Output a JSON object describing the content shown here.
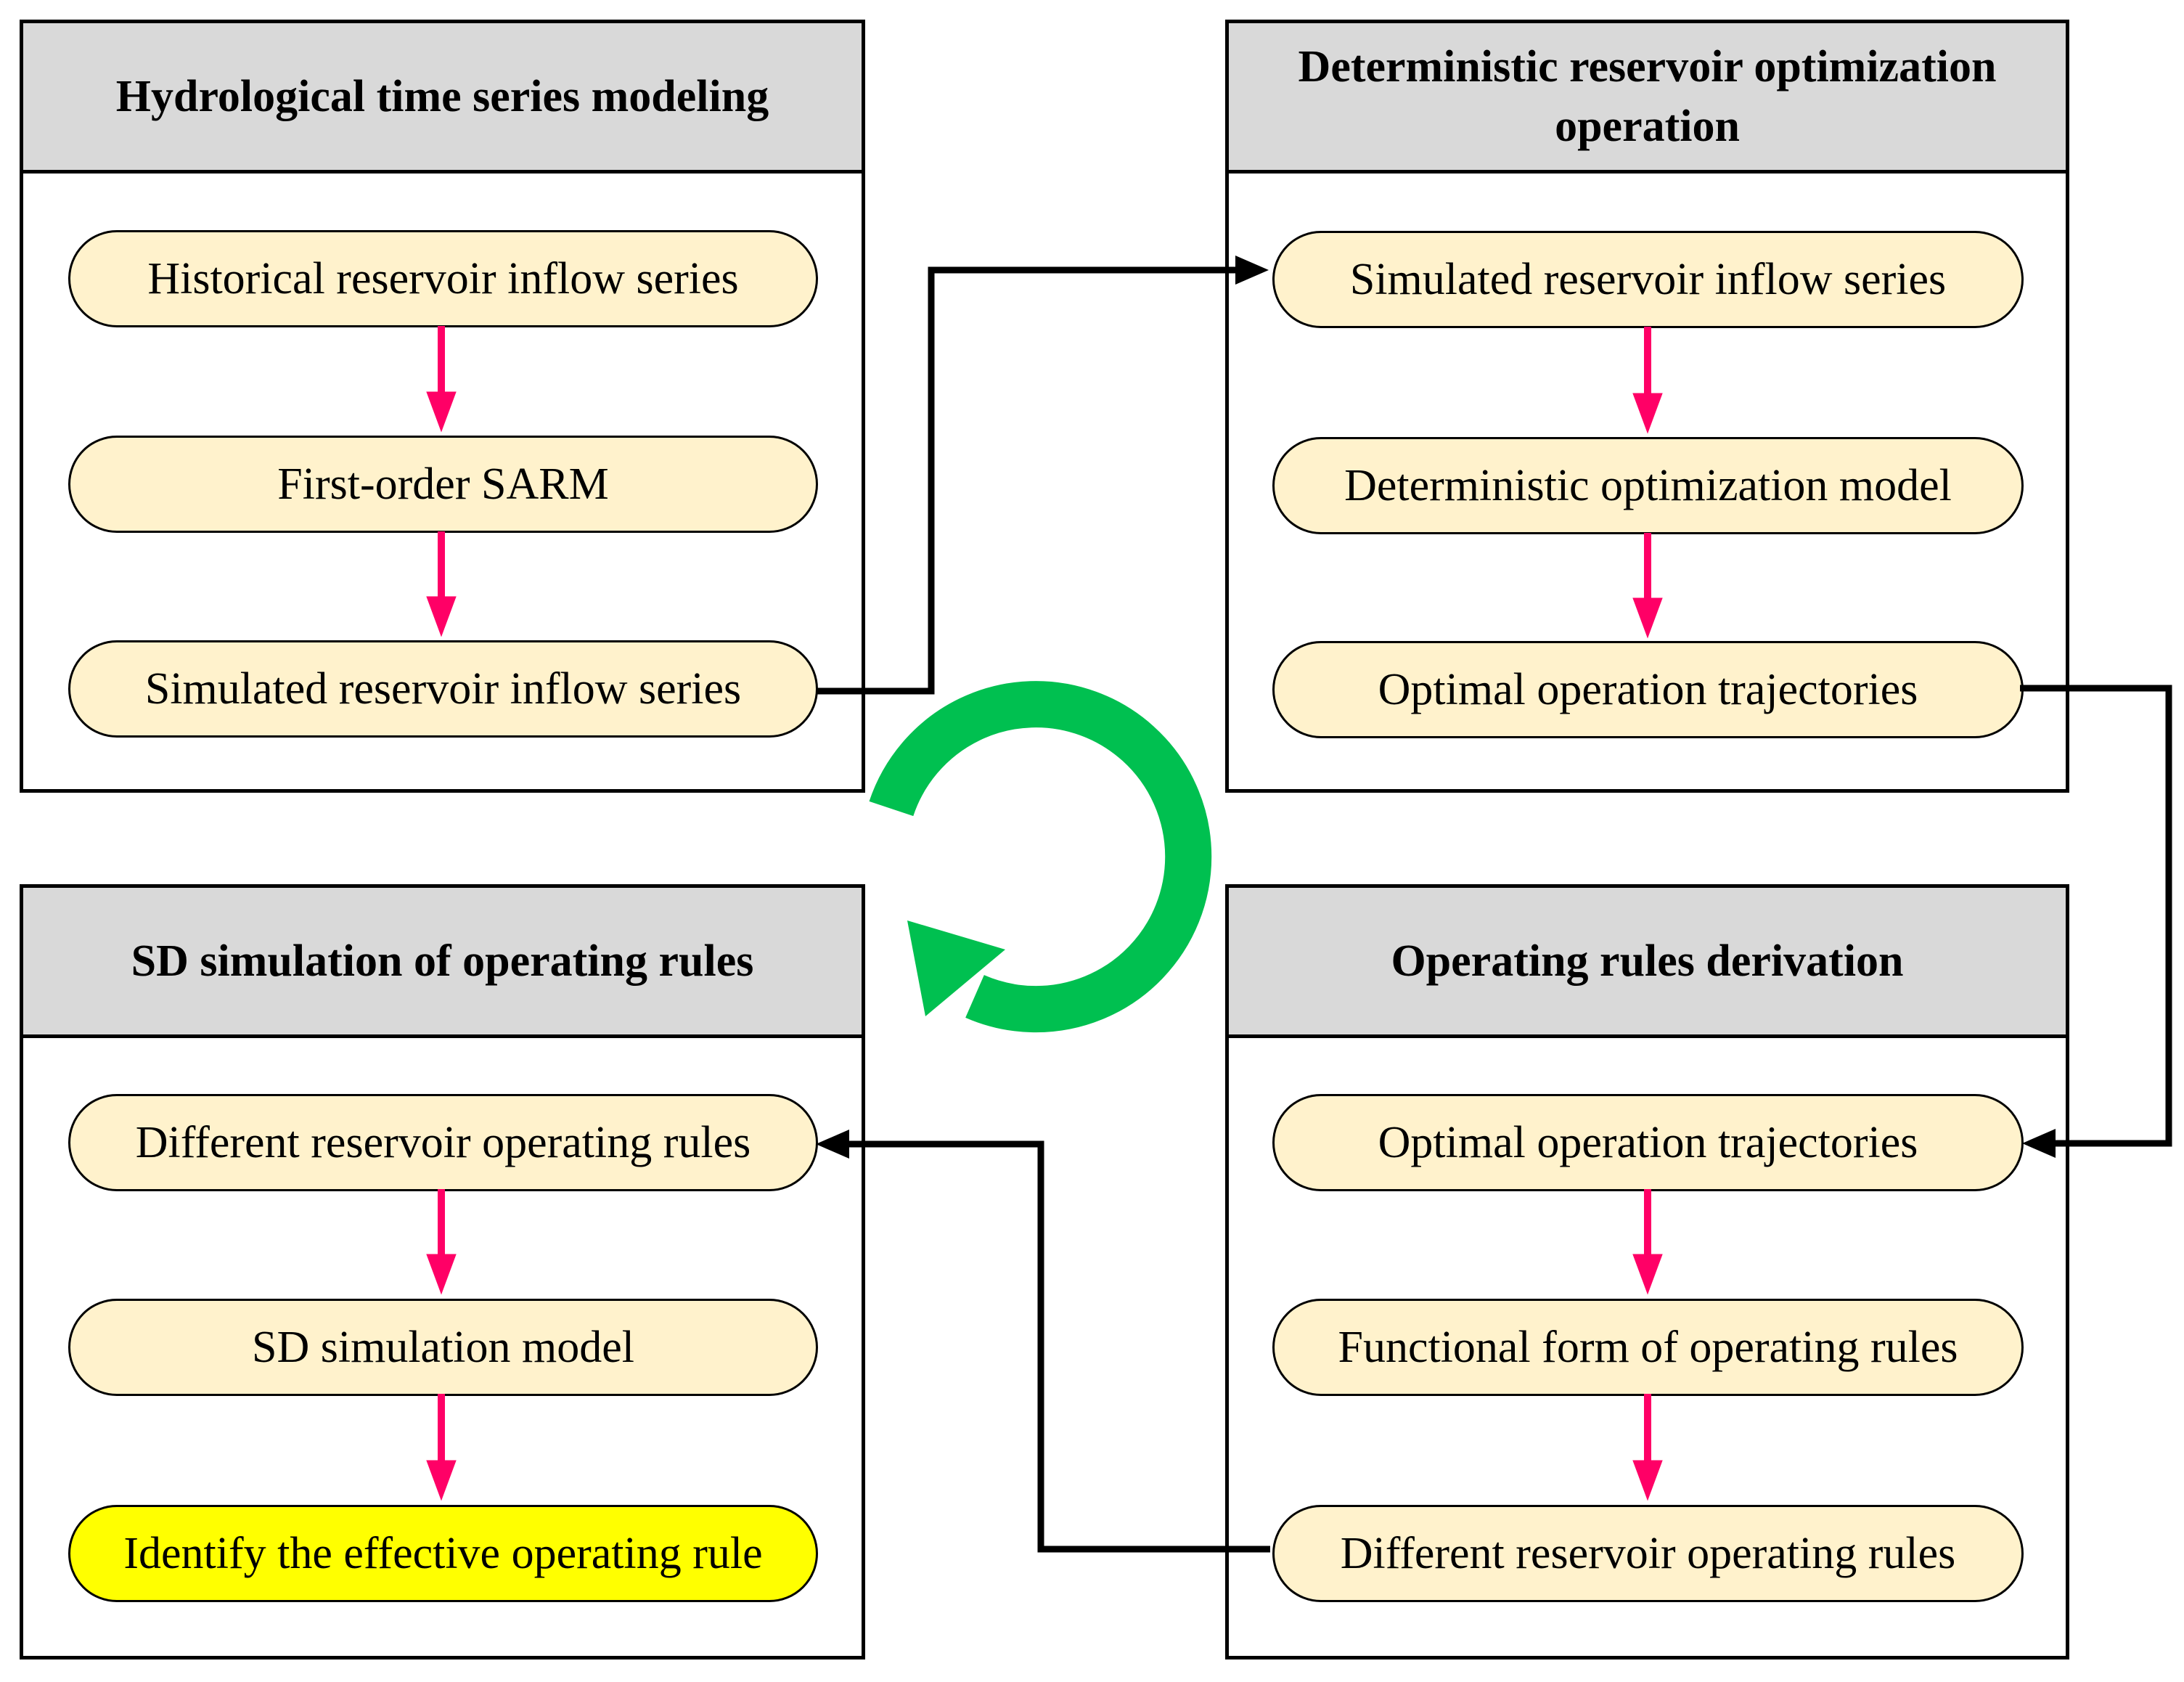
{
  "colors": {
    "panel_header_bg": "#d9d9d9",
    "node_bg": "#fff2cc",
    "highlight_bg": "#ffff00",
    "inner_arrow": "#ff0066",
    "connector": "#000000",
    "cycle_arrow": "#00c050"
  },
  "panels": {
    "hydrological": {
      "title": "Hydrological time series modeling",
      "nodes": [
        "Historical reservoir inflow series",
        "First-order SARM",
        "Simulated reservoir inflow series"
      ]
    },
    "deterministic": {
      "title": "Deterministic reservoir optimization operation",
      "nodes": [
        "Simulated reservoir inflow series",
        "Deterministic optimization model",
        "Optimal operation trajectories"
      ]
    },
    "derivation": {
      "title": "Operating rules derivation",
      "nodes": [
        "Optimal operation trajectories",
        "Functional form of operating rules",
        "Different reservoir operating rules"
      ]
    },
    "sd_simulation": {
      "title": "SD simulation of operating rules",
      "nodes": [
        "Different reservoir operating rules",
        "SD simulation model",
        "Identify the effective operating rule"
      ]
    }
  },
  "icons": {
    "cycle": "circular-arrow-icon"
  }
}
